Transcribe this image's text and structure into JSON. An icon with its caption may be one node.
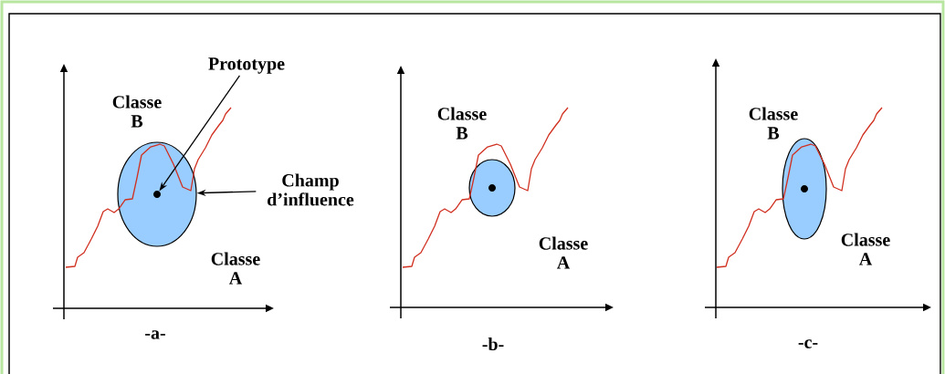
{
  "diagram": {
    "nodes": [
      {
        "text": [
          "Prototype"
        ]
      },
      {
        "text": [],
        "shape": "ellipse"
      },
      {
        "text": [],
        "shape": "circle",
        "in": 1
      },
      {
        "text": [
          "Champ d’influence"
        ]
      },
      {
        "text": [],
        "shape": "ellipse"
      },
      {
        "text": [],
        "shape": "circle",
        "in": 4
      },
      {
        "text": [],
        "shape": "ellipse"
      },
      {
        "text": [],
        "shape": "circle",
        "in": 6
      }
    ],
    "edges": [
      {
        "from": 0,
        "to": 2,
        "arrow": "to"
      },
      {
        "from": 3,
        "to": 1,
        "arrow": "to"
      }
    ],
    "labels": [
      "Classe B",
      "Classe A",
      "-a-",
      "Classe B",
      "Classe A",
      "-b-",
      "Classe B",
      "Classe A",
      "-c-"
    ]
  }
}
